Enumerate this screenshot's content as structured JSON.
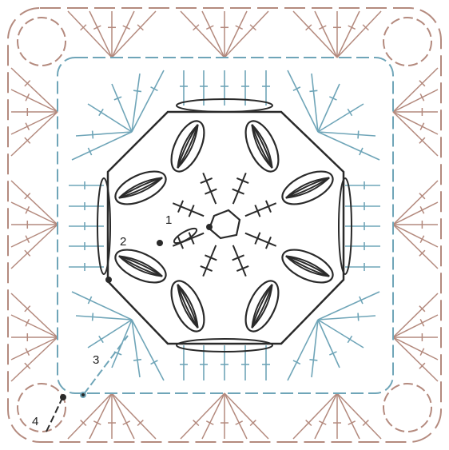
{
  "diagram": {
    "round_labels": [
      "1",
      "2",
      "3",
      "4"
    ],
    "colors": {
      "round_1_2": "#2a2a2a",
      "round_3": "#6fa5b8",
      "round_4": "#b48a7e",
      "label": "#222222"
    }
  }
}
